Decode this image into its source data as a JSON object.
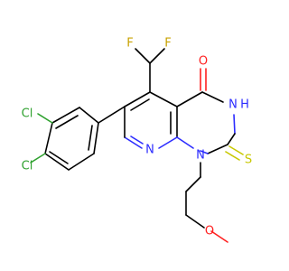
{
  "molecule": {
    "atoms": {
      "cl_upper": "Cl",
      "cl_lower": "Cl",
      "f_left": "F",
      "f_right": "F",
      "oxygen_carbonyl": "O",
      "nh": "H",
      "n_amide": "N",
      "n_pyridine": "N",
      "n_ring": "N",
      "sulfur": "S",
      "oxygen_ether": "O"
    },
    "colors": {
      "chlorine": "#2fa12f",
      "fluorine": "#c8a200",
      "nitrogen": "#2c2cff",
      "oxygen": "#ff2020",
      "sulfur": "#c8c800",
      "carbon_bond": "#000000"
    }
  }
}
